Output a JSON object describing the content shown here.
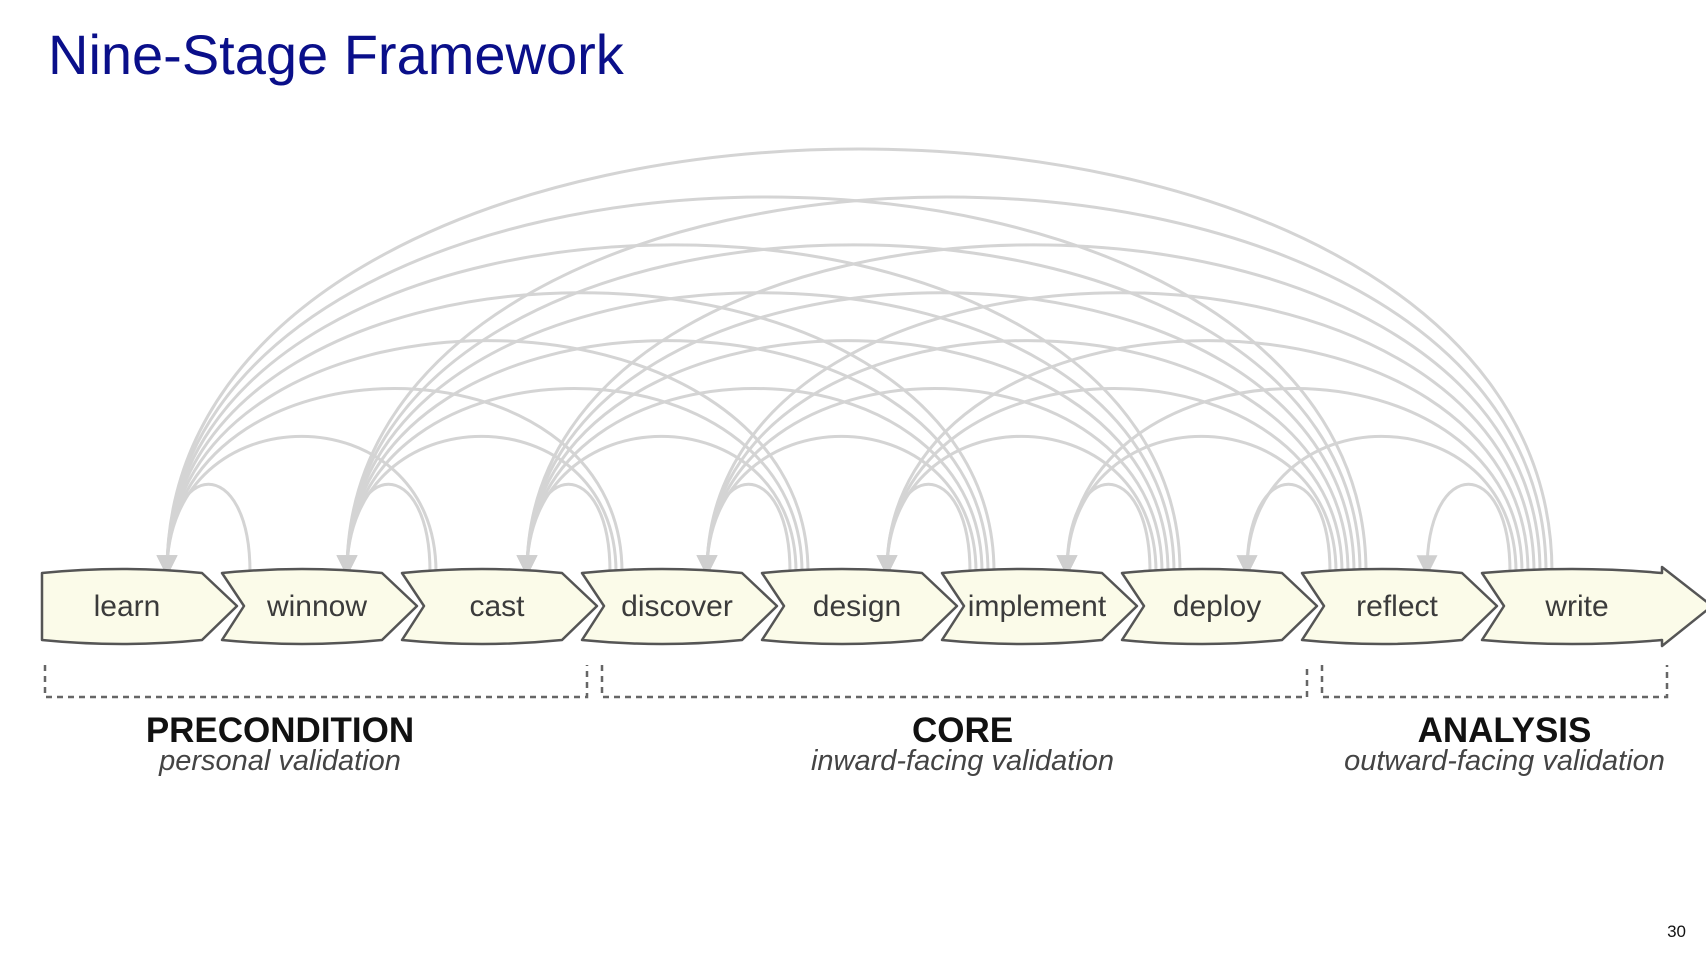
{
  "title": "Nine-Stage Framework",
  "page_number": "30",
  "stages": [
    "learn",
    "winnow",
    "cast",
    "discover",
    "design",
    "implement",
    "deploy",
    "reflect",
    "write"
  ],
  "groups": [
    {
      "title": "PRECONDITION",
      "subtitle": "personal validation",
      "from": 0,
      "to": 2
    },
    {
      "title": "CORE",
      "subtitle": "inward-facing validation",
      "from": 3,
      "to": 6
    },
    {
      "title": "ANALYSIS",
      "subtitle": "outward-facing validation",
      "from": 7,
      "to": 8
    }
  ],
  "colors": {
    "title": "#0a0f8a",
    "arrow_fill": "#fbfbe9",
    "arrow_stroke": "#555555",
    "backward_arc": "#d4d4d4",
    "bracket": "#666666"
  }
}
